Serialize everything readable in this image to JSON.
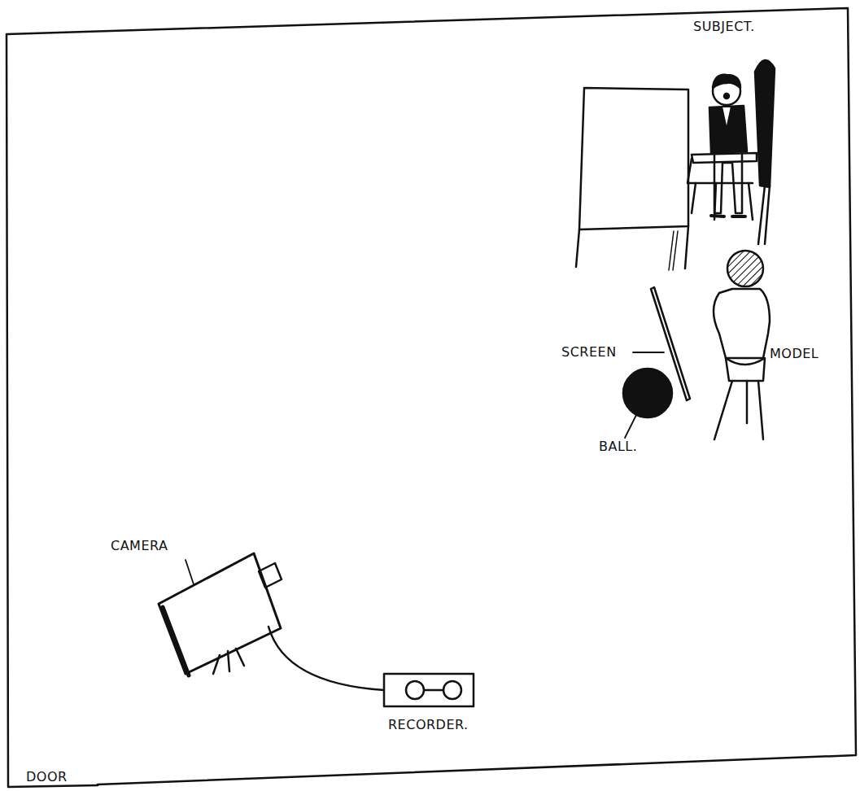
{
  "diagram": {
    "labels": [
      "SUBJECT.",
      "SCREEN",
      "MODEL",
      "BALL.",
      "CAMERA",
      "RECORDER.",
      "DOOR"
    ]
  }
}
